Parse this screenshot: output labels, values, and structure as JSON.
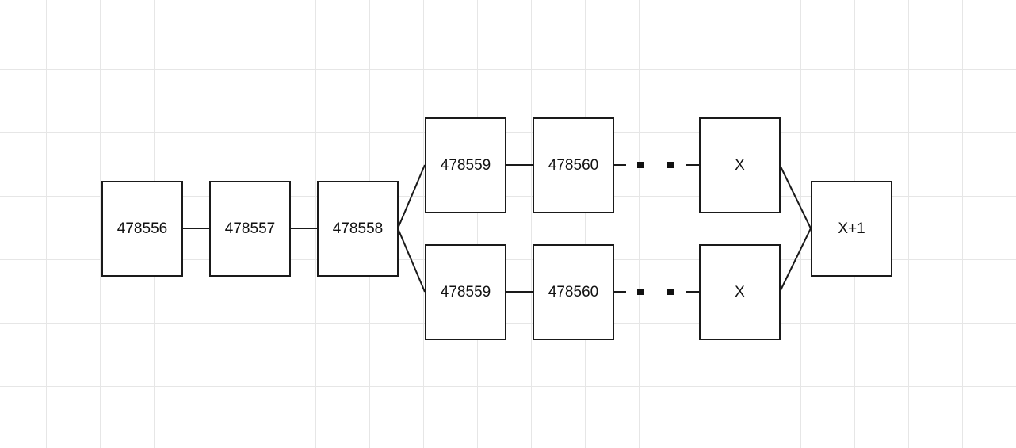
{
  "diagram": {
    "blocks": {
      "b1": "478556",
      "b2": "478557",
      "b3": "478558",
      "top_b4": "478559",
      "top_b5": "478560",
      "top_bx": "X",
      "bottom_b4": "478559",
      "bottom_b5": "478560",
      "bottom_bx": "X",
      "merge": "X+1"
    }
  },
  "colors": {
    "grid": "#e6e6e6",
    "stroke": "#1a1a1a",
    "text": "#111111"
  }
}
